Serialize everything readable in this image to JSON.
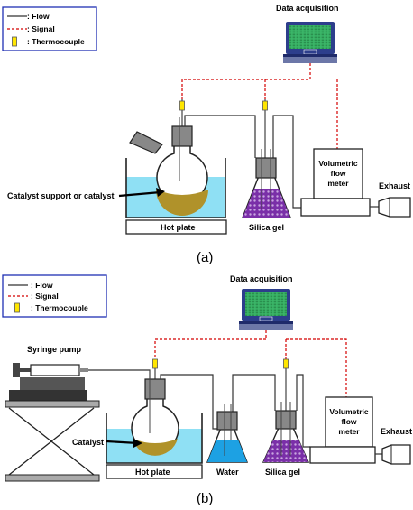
{
  "legend": {
    "flow": ": Flow",
    "signal": ": Signal",
    "thermocouple": ": Thermocouple"
  },
  "panel_a": {
    "data_acquisition": "Data acquisition",
    "catalyst_label": "Catalyst support or catalyst",
    "hot_plate": "Hot plate",
    "silica_gel": "Silica gel",
    "flow_meter": [
      "Volumetric",
      "flow",
      "meter"
    ],
    "exhaust": "Exhaust",
    "caption": "(a)"
  },
  "panel_b": {
    "data_acquisition": "Data acquisition",
    "syringe_pump": "Syringe pump",
    "catalyst_label": "Catalyst",
    "hot_plate": "Hot plate",
    "water": "Water",
    "silica_gel": "Silica gel",
    "flow_meter": [
      "Volumetric",
      "flow",
      "meter"
    ],
    "exhaust": "Exhaust",
    "caption": "(b)"
  },
  "colors": {
    "legend_border": "#1f2fb3",
    "signal": "#d40000",
    "thermocouple": "#ffe600",
    "water": "#8fe0f4",
    "flask_water": "#1da1e3",
    "silica": "#7a2fa8",
    "catalyst": "#b0922a",
    "laptop": "#2d3e8c",
    "screen": "#3cb86a"
  }
}
